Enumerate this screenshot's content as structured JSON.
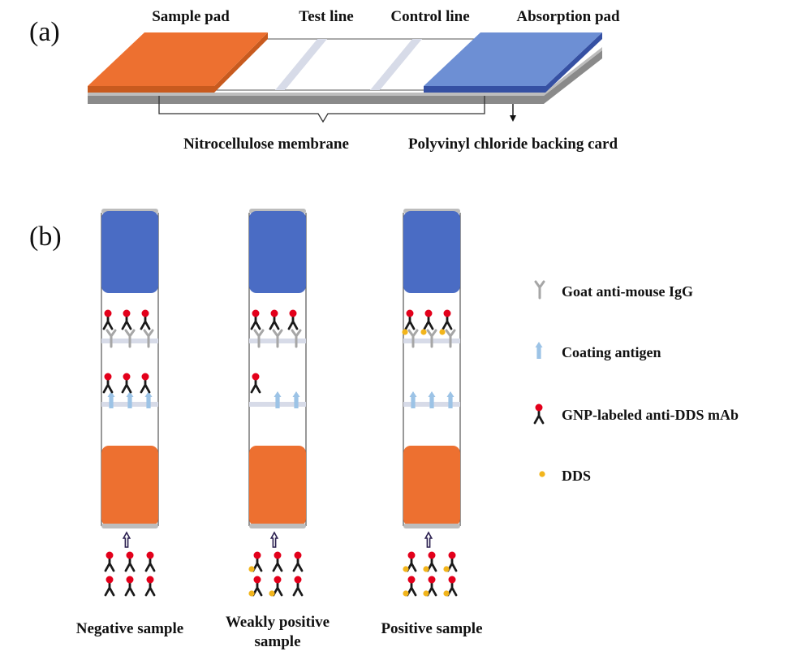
{
  "panels": {
    "a": "(a)",
    "b": "(b)"
  },
  "strip_parts": {
    "sample_pad": "Sample pad",
    "test_line": "Test line",
    "control_line": "Control line",
    "absorption_pad": "Absorption pad",
    "nitrocellulose": "Nitrocellulose membrane",
    "backing_card": "Polyvinyl chloride backing card"
  },
  "legend": [
    {
      "icon": "goat-anti-mouse-igg-icon",
      "label": "Goat anti-mouse IgG"
    },
    {
      "icon": "coating-antigen-icon",
      "label": "Coating antigen"
    },
    {
      "icon": "gnp-labeled-mab-icon",
      "label": "GNP-labeled anti-DDS mAb"
    },
    {
      "icon": "dds-icon",
      "label": "DDS"
    }
  ],
  "strips": [
    {
      "caption_lines": [
        "Negative sample"
      ],
      "control_mab": 3,
      "control_dds": 0,
      "test_mab": 3,
      "bottom_dds": [
        0,
        0,
        0,
        0,
        0,
        0
      ]
    },
    {
      "caption_lines": [
        "Weakly positive",
        "sample"
      ],
      "control_mab": 3,
      "control_dds": 0,
      "test_mab": 1,
      "bottom_dds": [
        1,
        0,
        0,
        1,
        1,
        0
      ]
    },
    {
      "caption_lines": [
        "Positive sample"
      ],
      "control_mab": 3,
      "control_dds": 3,
      "test_mab": 0,
      "bottom_dds": [
        1,
        1,
        1,
        1,
        1,
        1
      ]
    }
  ],
  "colors": {
    "sample_pad": "#ED7030",
    "absorption_pad": "#4A6CC4",
    "antibody": "#1a1a1a",
    "gnp": "#e3001b",
    "dds": "#f2b51c",
    "antigen": "#9cc3e6",
    "igg": "#a6a6a6",
    "line": "#d7dbe8"
  }
}
